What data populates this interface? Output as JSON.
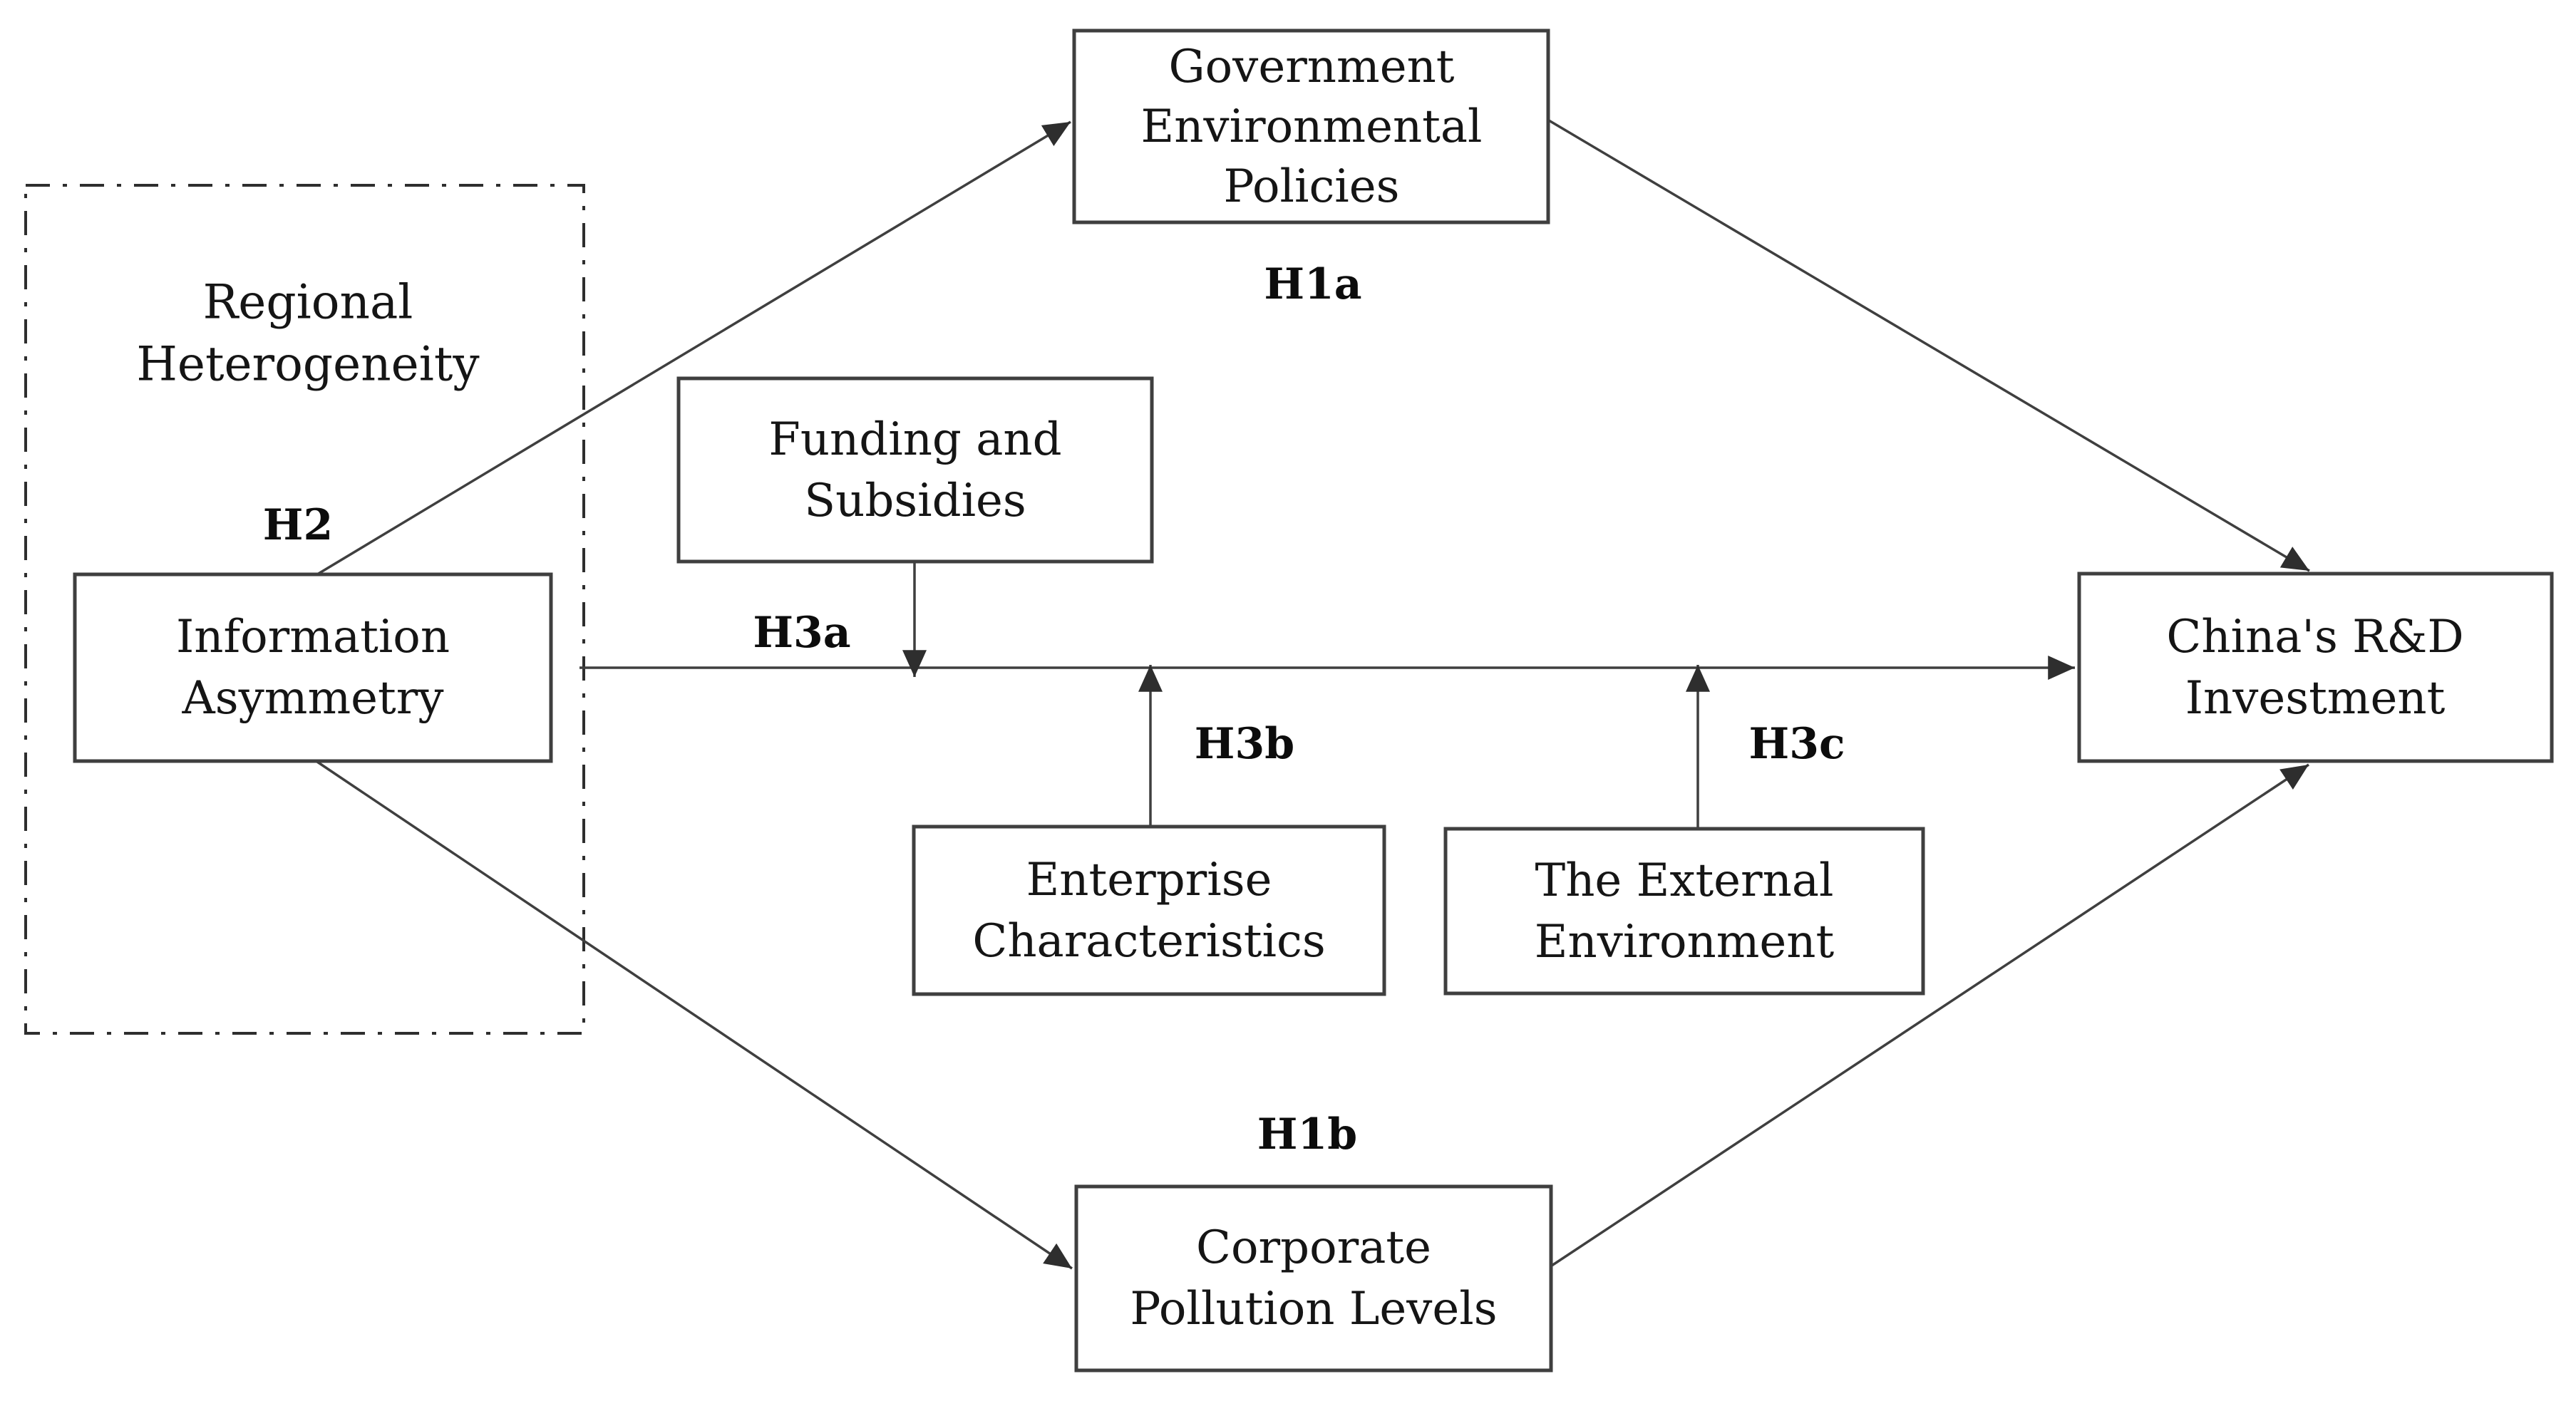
{
  "figure": {
    "background_color": "#ffffff",
    "line_color": "#3f3f3f",
    "text_color": "#151515",
    "nodes": {
      "government": {
        "line1": "Government",
        "line2": "Environmental",
        "line3": "Policies"
      },
      "information_asymmetry": {
        "line1": "Information",
        "line2": "Asymmetry"
      },
      "funding_subsidies": {
        "line1": "Funding and",
        "line2": "Subsidies"
      },
      "enterprise_characteristics": {
        "line1": "Enterprise",
        "line2": "Characteristics"
      },
      "external_environment": {
        "line1": "The External",
        "line2": "Environment"
      },
      "china_rd_investment": {
        "line1": "China's R&D",
        "line2": "Investment"
      },
      "corporate_pollution": {
        "line1": "Corporate",
        "line2": "Pollution Levels"
      }
    },
    "moderator": {
      "line1": "Regional",
      "line2": "Heterogeneity"
    },
    "hypotheses": {
      "h1a": "H1a",
      "h1b": "H1b",
      "h2": "H2",
      "h3a": "H3a",
      "h3b": "H3b",
      "h3c": "H3c"
    }
  }
}
